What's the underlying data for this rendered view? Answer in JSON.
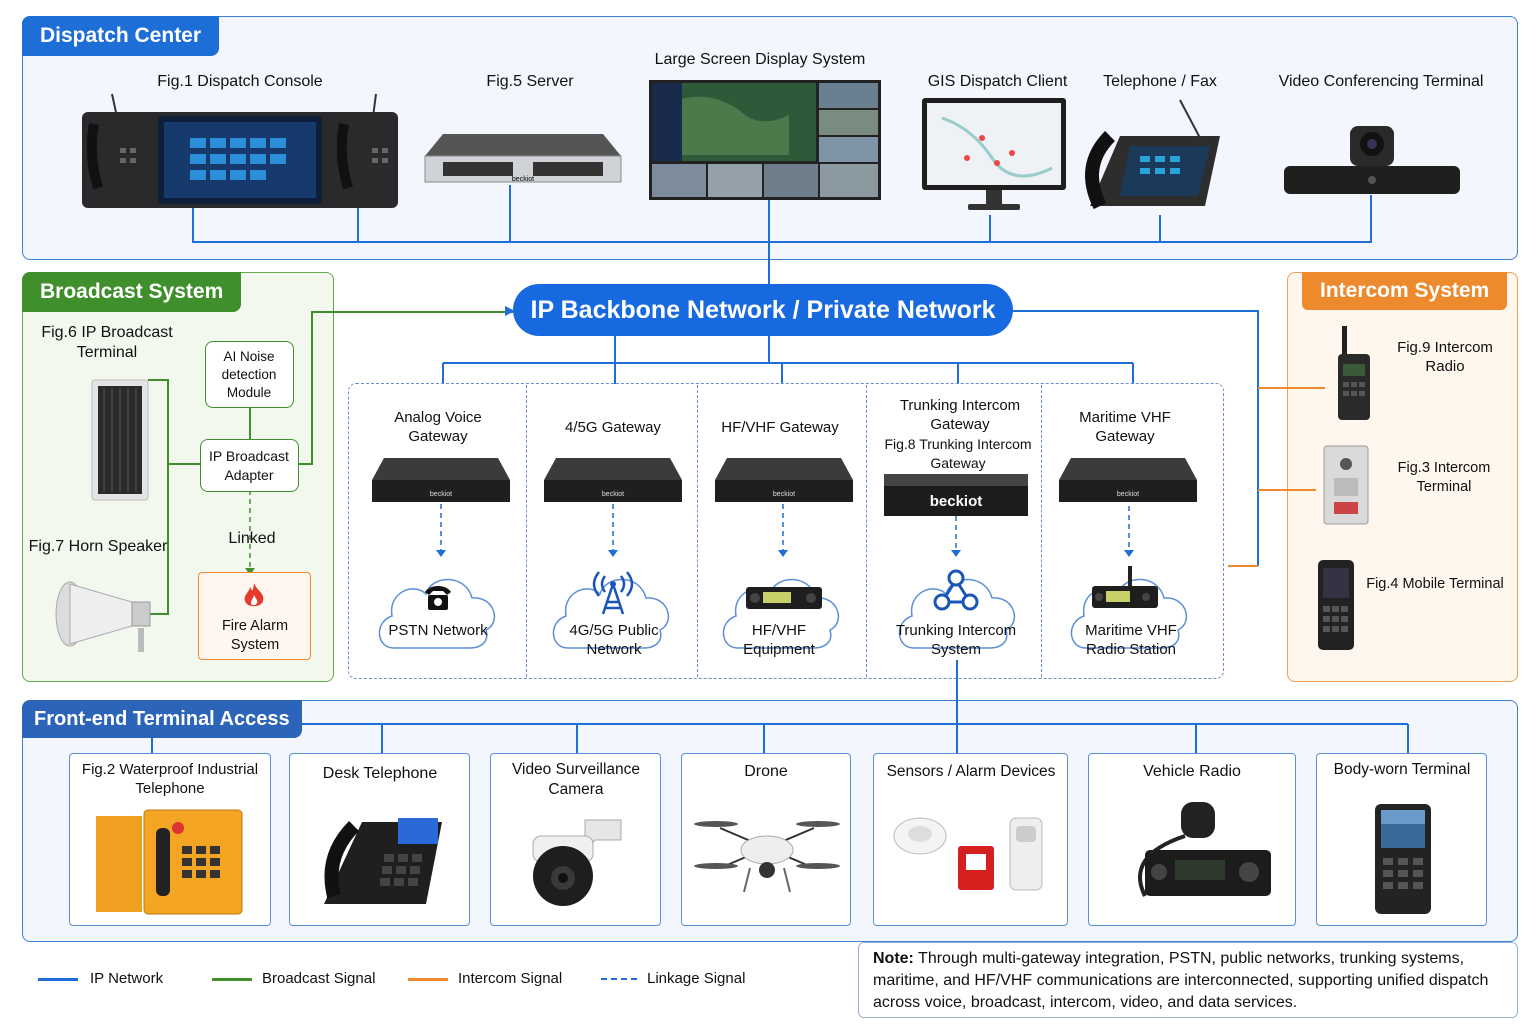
{
  "dispatch": {
    "title": "Dispatch Center",
    "devices": [
      {
        "label": "Fig.1 Dispatch Console"
      },
      {
        "label": "Fig.5 Server"
      },
      {
        "label": "Large Screen Display System"
      },
      {
        "label": "GIS Dispatch Client"
      },
      {
        "label": "Telephone / Fax"
      },
      {
        "label": "Video Conferencing Terminal"
      }
    ],
    "server_brand": "beckiot"
  },
  "backbone": {
    "label": "IP Backbone Network / Private Network"
  },
  "broadcast": {
    "title": "Broadcast System",
    "ip_terminal": "Fig.6 IP Broadcast Terminal",
    "horn_speaker": "Fig.7 Horn Speaker",
    "ai_module": "AI Noise detection Module",
    "adapter": "IP Broadcast Adapter",
    "linked": "Linked",
    "fire_alarm": "Fire Alarm System"
  },
  "intercom": {
    "title": "Intercom System",
    "devices": [
      {
        "label": "Fig.9 Intercom Radio"
      },
      {
        "label": "Fig.3 Intercom Terminal"
      },
      {
        "label": "Fig.4 Mobile Terminal"
      }
    ]
  },
  "gateways": [
    {
      "label": "Analog Voice Gateway",
      "network": "PSTN Network",
      "icon": "telephone-icon",
      "brand": "beckiot"
    },
    {
      "label": "4/5G Gateway",
      "network": "4G/5G Public Network",
      "icon": "cell-tower-icon",
      "brand": "beckiot"
    },
    {
      "label": "HF/VHF Gateway",
      "network": "HF/VHF Equipment",
      "icon": "radio-icon",
      "brand": "beckiot"
    },
    {
      "label": "Trunking Intercom Gateway",
      "sublabel": "Fig.8 Trunking Intercom Gateway",
      "network": "Trunking Intercom System",
      "icon": "network-nodes-icon",
      "brand": "beckiot"
    },
    {
      "label": "Maritime VHF Gateway",
      "network": "Maritime VHF Radio Station",
      "icon": "radio-icon",
      "brand": "beckiot"
    }
  ],
  "frontend": {
    "title": "Front-end Terminal Access",
    "cards": [
      {
        "label": "Fig.2 Waterproof Industrial Telephone",
        "icon": "industrial-telephone-icon"
      },
      {
        "label": "Desk Telephone",
        "icon": "desk-telephone-icon"
      },
      {
        "label": "Video Surveillance Camera",
        "icon": "dome-camera-icon"
      },
      {
        "label": "Drone",
        "icon": "drone-icon"
      },
      {
        "label": "Sensors / Alarm Devices",
        "icon": "sensor-icon"
      },
      {
        "label": "Vehicle Radio",
        "icon": "vehicle-radio-icon"
      },
      {
        "label": "Body-worn Terminal",
        "icon": "body-camera-icon"
      }
    ]
  },
  "legend": [
    {
      "label": "IP Network",
      "color": "#1e6ed8"
    },
    {
      "label": "Broadcast Signal",
      "color": "#3f8f2c"
    },
    {
      "label": "Intercom Signal",
      "color": "#ee8a2e"
    },
    {
      "label": "Linkage Signal",
      "color": "#1e6ed8"
    }
  ],
  "note": {
    "prefix": "Note:",
    "text": "Through multi-gateway integration, PSTN, public networks, trunking systems, maritime, and HF/VHF communications are interconnected, supporting unified dispatch across voice, broadcast, intercom, video, and data services."
  }
}
